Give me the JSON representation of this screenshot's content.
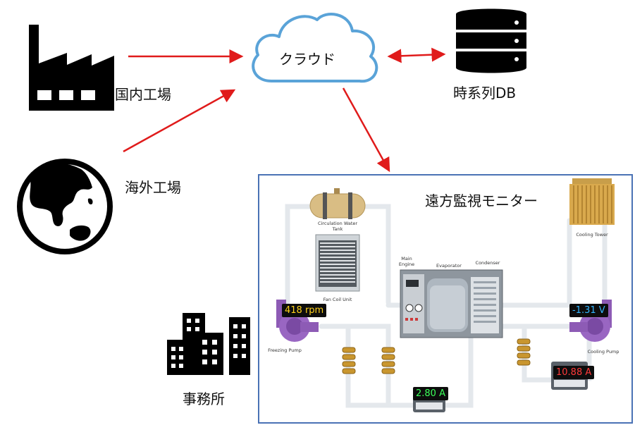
{
  "nodes": {
    "cloud": "クラウド",
    "domestic_factory": "国内工場",
    "overseas_factory": "海外工場",
    "timeseries_db": "時系列DB",
    "office": "事務所"
  },
  "monitor": {
    "title": "遠方監視モニター",
    "components": {
      "circulation_tank": "Circulation Water\nTank",
      "fan_coil": "Fan Coil Unit",
      "main_engine": "Main\nEngine",
      "evaporator": "Evaporator",
      "condenser": "Condenser",
      "cooling_tower": "Cooling Tower",
      "freezing_pump": "Freezing Pump",
      "cooling_pump": "Cooling Pump"
    },
    "readouts": {
      "rpm": "418 rpm",
      "voltage": "-1.31 V",
      "current_1": "2.80 A",
      "current_2": "10.88 A"
    }
  },
  "colors": {
    "arrow": "#e01b1b",
    "cloud_stroke": "#5aa3d8",
    "monitor_border": "#4a72b5",
    "readout_rpm": "#ffd21a",
    "readout_voltage": "#35b6ff",
    "readout_current_1": "#3cff5a",
    "readout_current_2": "#ff3a3a"
  }
}
